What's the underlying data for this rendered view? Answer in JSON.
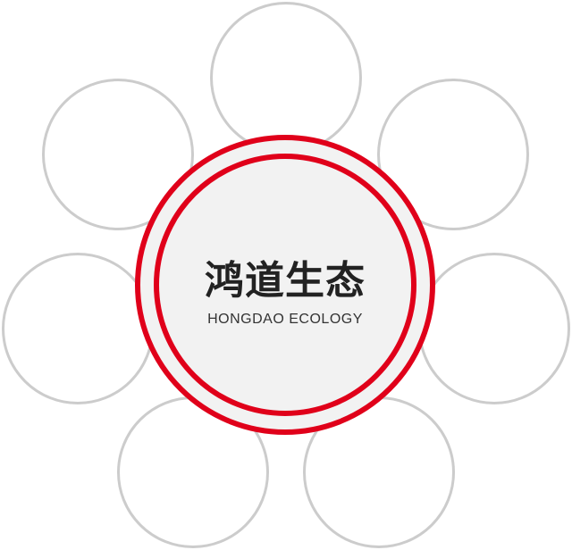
{
  "diagram": {
    "center": {
      "title_cn": "鸿道生态",
      "title_en": "HONGDAO ECOLOGY"
    },
    "satellites": [
      {
        "id": "top",
        "label": ""
      },
      {
        "id": "upper-left",
        "label": ""
      },
      {
        "id": "upper-right",
        "label": ""
      },
      {
        "id": "middle-left",
        "label": ""
      },
      {
        "id": "middle-right",
        "label": ""
      },
      {
        "id": "lower-left",
        "label": ""
      },
      {
        "id": "lower-right",
        "label": ""
      }
    ],
    "colors": {
      "accent": "#e0001a",
      "satellite_border": "#cccccc",
      "center_fill": "#f2f2f2"
    }
  }
}
